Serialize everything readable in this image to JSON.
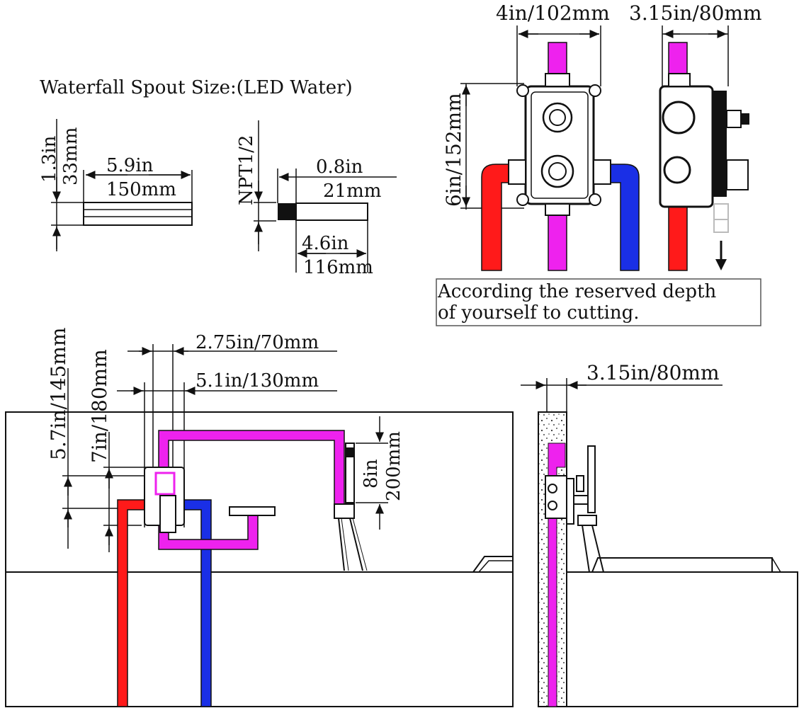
{
  "spout_section": {
    "heading": "Waterfall Spout Size:(LED Water)",
    "height_in": "1.3in",
    "height_mm": "33mm",
    "width_in": "5.9in",
    "width_mm": "150mm",
    "thread_label": "NPT1/2",
    "thread_in": "0.8in",
    "thread_mm": "21mm",
    "body_in": "4.6in",
    "body_mm": "116mm"
  },
  "valve_section": {
    "width_label": "4in/102mm",
    "depth_label": "3.15in/80mm",
    "height_label": "6in/152mm",
    "note_line1": "According the reserved depth",
    "note_line2": "of yourself to cutting."
  },
  "install_section": {
    "spacing_a": "2.75in/70mm",
    "spacing_b": "5.1in/130mm",
    "height_a": "5.7in/145mm",
    "height_b": "7in/180mm",
    "shower_in": "8in",
    "shower_mm": "200mm",
    "wall_depth": "3.15in/80mm"
  },
  "colors": {
    "hot": "#ff1a1a",
    "cold": "#1a2fe6",
    "mixed": "#ee22ee",
    "line": "#111111"
  }
}
